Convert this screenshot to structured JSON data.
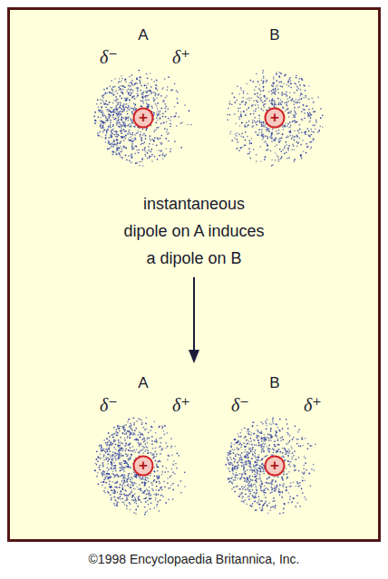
{
  "diagram": {
    "caption": "©1998 Encyclopaedia Britannica, Inc.",
    "nodes": [
      {
        "text": [
          "instantaneous dipole on A induces a dipole on B"
        ]
      },
      {
        "text": [
          "A",
          "δ⁻",
          "δ⁺"
        ],
        "in": 0
      },
      {
        "text": [
          "+"
        ],
        "in": 1
      },
      {
        "text": [
          "B"
        ],
        "in": 0
      },
      {
        "text": [
          "+"
        ],
        "in": 3
      },
      {
        "text": [
          "A",
          "δ⁻",
          "δ⁺"
        ],
        "in": 0
      },
      {
        "text": [
          "+"
        ],
        "in": 5
      },
      {
        "text": [
          "B",
          "δ⁻",
          "δ⁺"
        ],
        "in": 0
      },
      {
        "text": [
          "+"
        ],
        "in": 7
      }
    ]
  }
}
